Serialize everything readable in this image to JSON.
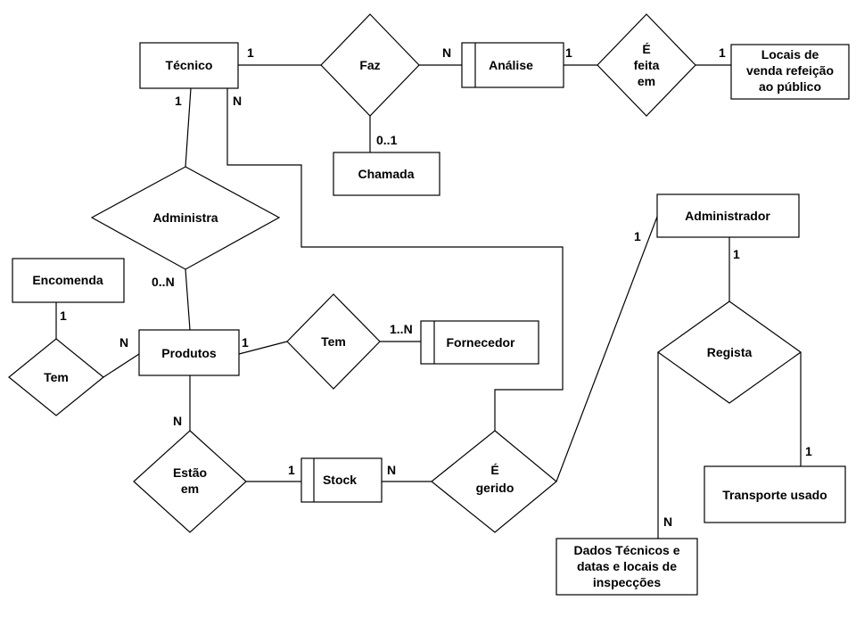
{
  "entities": {
    "tecnico": "Técnico",
    "analise": "Análise",
    "locais": [
      "Locais de",
      "venda refeição",
      "ao público"
    ],
    "chamada": "Chamada",
    "encomenda": "Encomenda",
    "produtos": "Produtos",
    "fornecedor": "Fornecedor",
    "stock": "Stock",
    "administrador": "Administrador",
    "transporte": "Transporte usado",
    "dados": [
      "Dados Técnicos e",
      "datas e locais de",
      "inspecções"
    ]
  },
  "relationships": {
    "faz": "Faz",
    "e_feita_em": [
      "É",
      "feita",
      "em"
    ],
    "administra": "Administra",
    "tem_encomenda": "Tem",
    "tem_fornecedor": "Tem",
    "estao_em": [
      "Estão",
      "em"
    ],
    "e_gerido": [
      "É",
      "gerido"
    ],
    "regista": "Regista"
  },
  "cardinalities": {
    "tecnico_faz": "1",
    "faz_analise": "N",
    "analise_feita": "1",
    "feita_locais": "1",
    "faz_chamada": "0..1",
    "tecnico_administra": "1",
    "tecnico_gerido": "N",
    "administra_produtos": "0..N",
    "encomenda_tem": "1",
    "tem_produtos": "N",
    "produtos_tem": "1",
    "tem_fornecedor": "1..N",
    "produtos_estao": "N",
    "estao_stock": "1",
    "stock_gerido": "N",
    "gerido_administrador": "1",
    "administrador_regista": "1",
    "regista_transporte": "1",
    "regista_dados": "N"
  }
}
